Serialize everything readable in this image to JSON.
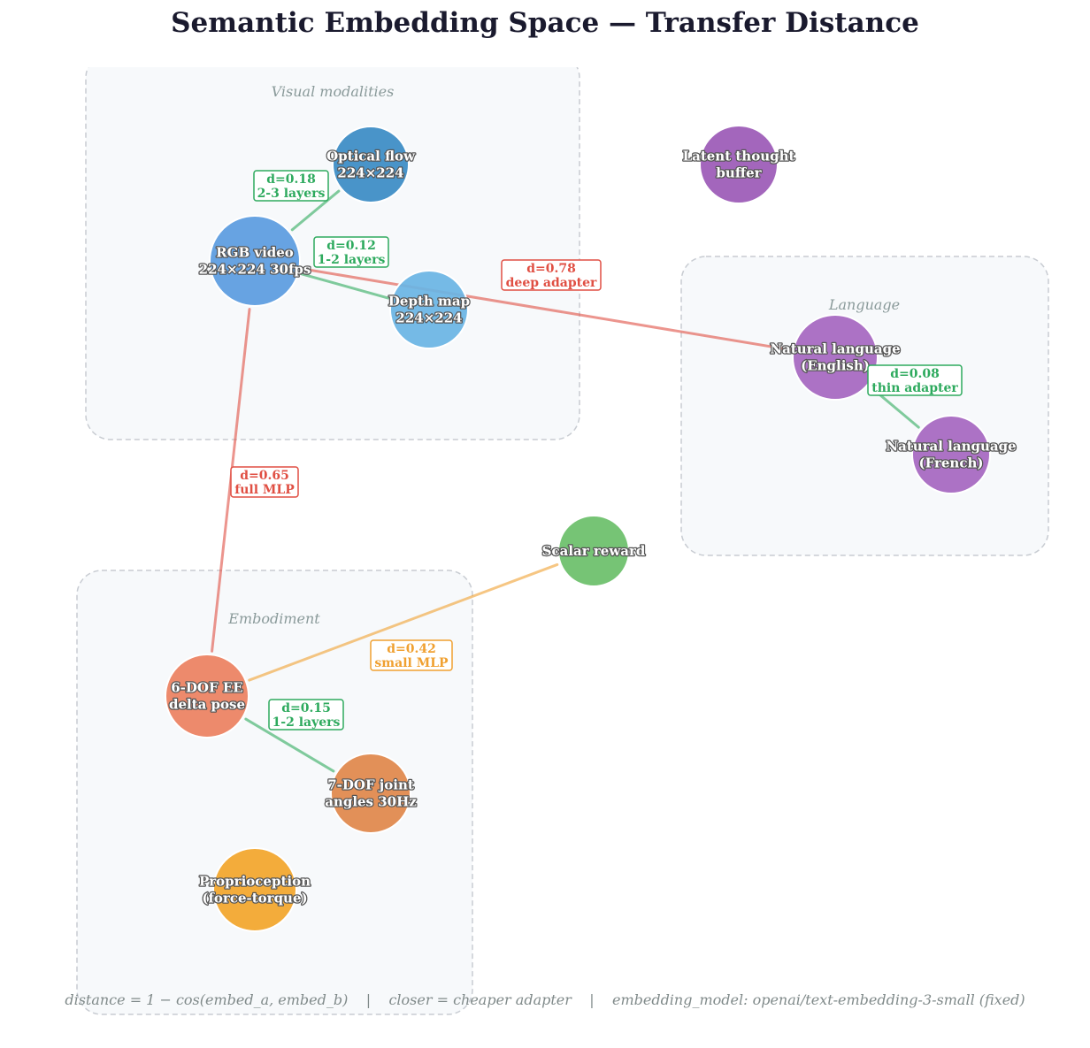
{
  "title": "Semantic Embedding Space — Transfer Distance",
  "footer": "distance = 1 − cos(embed_a, embed_b)    |    closer = cheaper adapter    |    embedding_model: openai/text-embedding-3-small (fixed)",
  "groups": [
    {
      "id": "visual",
      "label": "Visual modalities"
    },
    {
      "id": "language",
      "label": "Language"
    },
    {
      "id": "embodiment",
      "label": "Embodiment"
    }
  ],
  "nodes": [
    {
      "id": "optical",
      "lines": [
        "Optical flow",
        "224×224"
      ],
      "color": "#3a8bc4"
    },
    {
      "id": "rgb",
      "lines": [
        "RGB video",
        "224×224 30fps"
      ],
      "color": "#5a9bdf"
    },
    {
      "id": "depth",
      "lines": [
        "Depth map",
        "224×224"
      ],
      "color": "#69b4e4"
    },
    {
      "id": "latent",
      "lines": [
        "Latent thought",
        "buffer"
      ],
      "color": "#9b59b6"
    },
    {
      "id": "english",
      "lines": [
        "Natural language",
        "(English)"
      ],
      "color": "#a566c0"
    },
    {
      "id": "french",
      "lines": [
        "Natural language",
        "(French)"
      ],
      "color": "#a566c0"
    },
    {
      "id": "reward",
      "lines": [
        "Scalar reward"
      ],
      "color": "#6abf69"
    },
    {
      "id": "ee",
      "lines": [
        "6-DOF EE",
        "delta pose"
      ],
      "color": "#eb8060"
    },
    {
      "id": "joint",
      "lines": [
        "7-DOF joint",
        "angles 30Hz"
      ],
      "color": "#e0874a"
    },
    {
      "id": "proprio",
      "lines": [
        "Proprioception",
        "(force-torque)"
      ],
      "color": "#f2a52a"
    }
  ],
  "edges": [
    {
      "id": "rgb-optical",
      "from": "rgb",
      "to": "optical",
      "distance": "d=0.18",
      "adapter": "2-3 layers",
      "color": "#2eaa5e"
    },
    {
      "id": "rgb-depth",
      "from": "rgb",
      "to": "depth",
      "distance": "d=0.12",
      "adapter": "1-2 layers",
      "color": "#2eaa5e"
    },
    {
      "id": "rgb-english",
      "from": "rgb",
      "to": "english",
      "distance": "d=0.78",
      "adapter": "deep adapter",
      "color": "#e04f43"
    },
    {
      "id": "english-french",
      "from": "english",
      "to": "french",
      "distance": "d=0.08",
      "adapter": "thin adapter",
      "color": "#2eaa5e"
    },
    {
      "id": "rgb-ee",
      "from": "rgb",
      "to": "ee",
      "distance": "d=0.65",
      "adapter": "full MLP",
      "color": "#e04f43"
    },
    {
      "id": "ee-reward",
      "from": "ee",
      "to": "reward",
      "distance": "d=0.42",
      "adapter": "small MLP",
      "color": "#f0a030"
    },
    {
      "id": "ee-joint",
      "from": "ee",
      "to": "joint",
      "distance": "d=0.15",
      "adapter": "1-2 layers",
      "color": "#2eaa5e"
    }
  ]
}
